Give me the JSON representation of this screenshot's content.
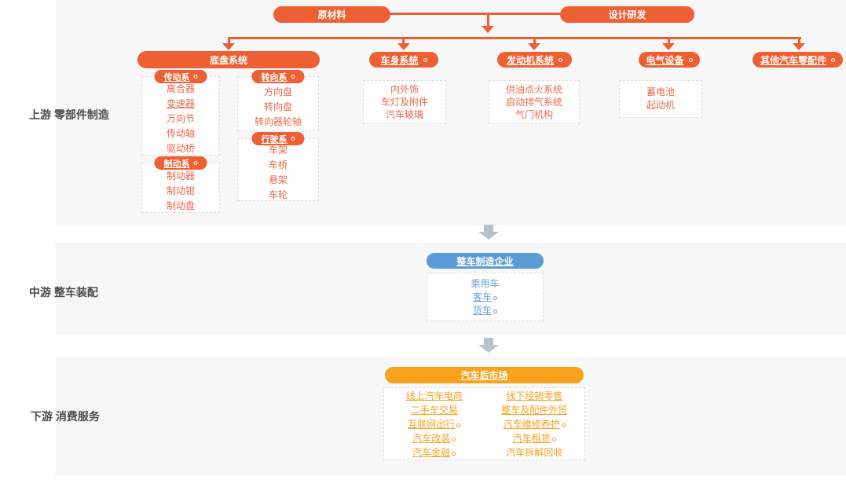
{
  "colors": {
    "orange": "#ee5f33",
    "amber": "#f9a21b",
    "blue": "#5b9cd6",
    "blue-text": "#6ba3d6",
    "item-orange": "#ea6a4e",
    "amber-text": "#f7a422",
    "gray-arrow": "#b9c0c7",
    "band": "#f7f7f8",
    "rail-text": "#4c4c4c"
  },
  "rail": {
    "upstream": "上游 零部件制造",
    "midstream": "中游 整车装配",
    "downstream": "下游 消费服务"
  },
  "top_nodes": {
    "raw_materials": "原材料",
    "design_rd": "设计研发"
  },
  "categories": [
    {
      "label": "底盘系统"
    },
    {
      "label": "车身系统"
    },
    {
      "label": "发动机系统"
    },
    {
      "label": "电气设备"
    },
    {
      "label": "其他汽车零配件"
    }
  ],
  "chassis": {
    "groups": [
      {
        "header": "传动系",
        "items": [
          "离合器",
          "变速器",
          "万向节",
          "传动轴",
          "驱动桥"
        ]
      },
      {
        "header": "制动系",
        "items": [
          "制动器",
          "制动钳",
          "制动盘"
        ]
      },
      {
        "header": "转向系",
        "items": [
          "方向盘",
          "转向盘",
          "转向器轮轴"
        ]
      },
      {
        "header": "行驶系",
        "items": [
          "车架",
          "车桥",
          "悬架",
          "车轮"
        ]
      }
    ]
  },
  "body_system": {
    "items": [
      "内外饰",
      "车灯及附件",
      "汽车玻璃"
    ]
  },
  "engine_system": {
    "items": [
      "供油点火系统",
      "启动排气系统",
      "气门机构"
    ]
  },
  "electric_system": {
    "items": [
      "蓄电池",
      "起动机"
    ]
  },
  "midstream": {
    "header": "整车制造企业",
    "items": [
      "乘用车",
      "客车",
      "货车"
    ]
  },
  "downstream": {
    "header": "汽车后市场",
    "left_items": [
      "线上汽车电商",
      "二手车交易",
      "互联网出行",
      "汽车改装",
      "汽车金融"
    ],
    "right_items": [
      "线下经销零售",
      "整车及配件外贸",
      "汽车维修养护",
      "汽车租赁",
      "汽车拆解回收"
    ]
  }
}
